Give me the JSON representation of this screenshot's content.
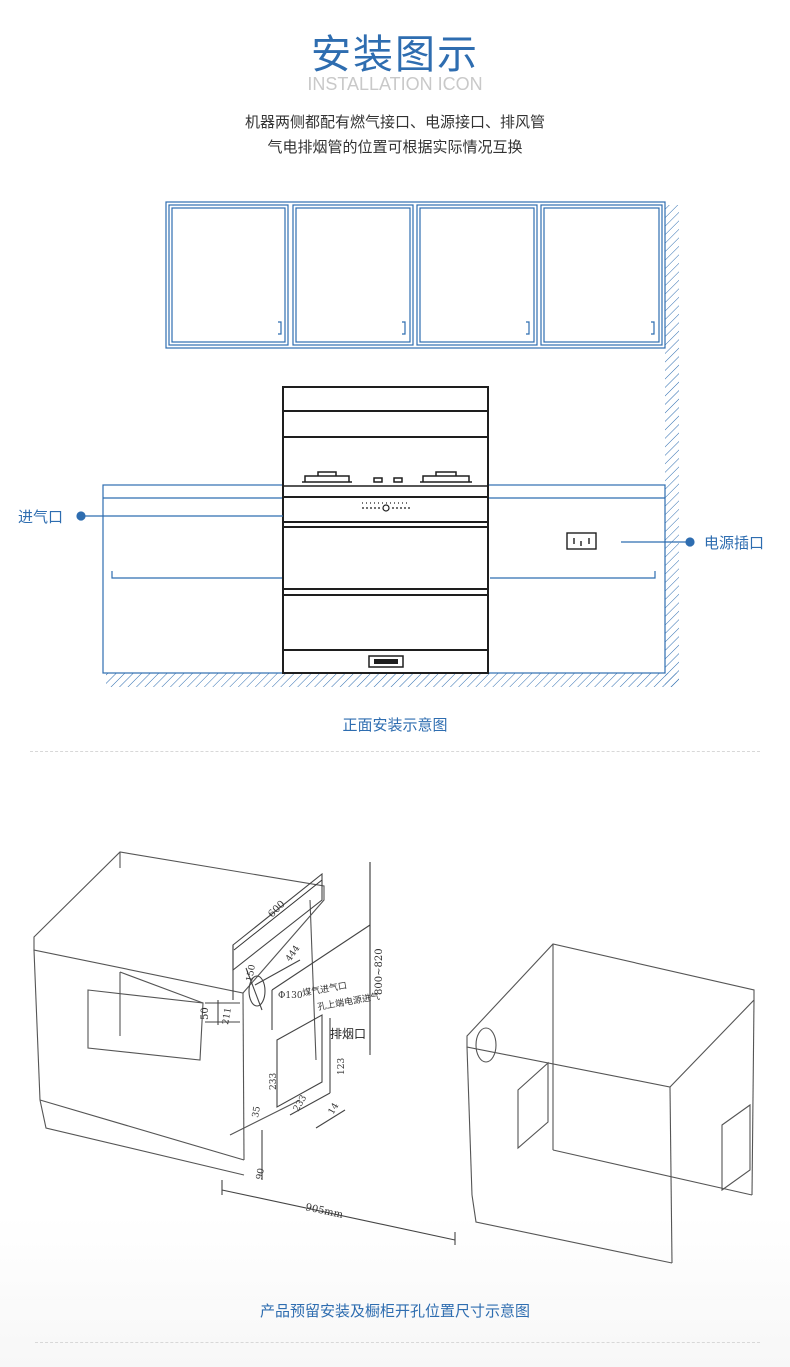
{
  "header": {
    "title": "安装图示",
    "subtitle": "INSTALLATION ICON",
    "description_line1": "机器两侧都配有燃气接口、电源接口、排风管",
    "description_line2": "气电排烟管的位置可根据实际情况互换"
  },
  "front_diagram": {
    "gas_inlet_label": "进气口",
    "power_socket_label": "电源插口",
    "caption": "正面安装示意图",
    "accent_color": "#2e6db0"
  },
  "cabinet_diagram": {
    "dim_width": "600",
    "dim_444": "444",
    "dim_150": "150",
    "dim_phi": "Φ130",
    "gas_inlet_note": "煤气进气口",
    "hole_note": "孔上端电源进气",
    "exhaust_label": "排烟口",
    "dim_height": "800~820",
    "dim_50": "50",
    "dim_211": "211",
    "dim_233_a": "233",
    "dim_233_b": "233",
    "dim_123": "123",
    "dim_14": "14",
    "dim_35": "35",
    "dim_90": "90",
    "dim_905": "905mm",
    "caption": "产品预留安装及橱柜开孔位置尺寸示意图"
  }
}
